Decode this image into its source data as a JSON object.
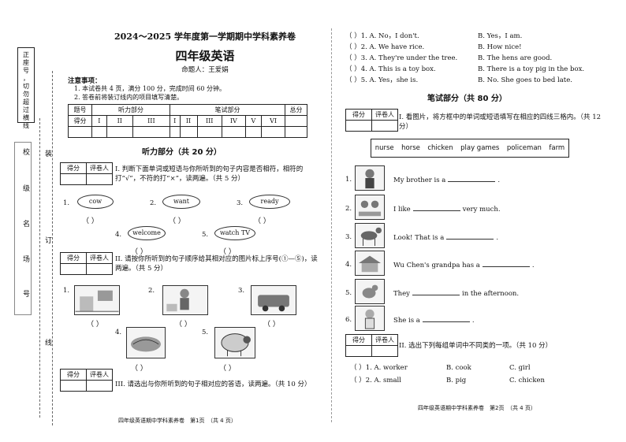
{
  "binding_strip": {
    "box_lines": [
      "正",
      "座",
      "号",
      "，",
      "切",
      "勿",
      "超",
      "过",
      "横",
      "线"
    ],
    "labels": [
      "校",
      "级",
      "名",
      "场",
      "号"
    ],
    "cut_labels": [
      "装",
      "订",
      "线"
    ]
  },
  "header": {
    "title": "2024～2025 学年度第一学期期中学科素养卷",
    "subject": "四年级英语",
    "author": "命题人：王爱娟"
  },
  "notes": {
    "heading": "注意事项：",
    "items": [
      "1. 本试卷共 4 页，满分 100 分，完成时间 60 分钟。",
      "2. 答卷前将装订线内的项目填写清楚。"
    ]
  },
  "score_table": {
    "row1": [
      "题号",
      "听力部分",
      "笔试部分",
      "总分"
    ],
    "row2": [
      "得分",
      "I",
      "II",
      "III",
      "I",
      "II",
      "III",
      "IV",
      "V",
      "VI",
      ""
    ]
  },
  "scorebox": {
    "defen": "得分",
    "pingjuan": "评卷人"
  },
  "listening": {
    "title": "听力部分（共 20 分）",
    "q1": {
      "text": "I. 判断下面单词或短语与你所听到的句子内容是否相符，相符的打“√”，不符的打“×”，读两遍。（共 5 分）",
      "items": [
        {
          "num": "1.",
          "word": "cow"
        },
        {
          "num": "2.",
          "word": "want"
        },
        {
          "num": "3.",
          "word": "ready"
        },
        {
          "num": "4.",
          "word": "welcome"
        },
        {
          "num": "5.",
          "word": "watch TV"
        }
      ],
      "paren": "（      ）"
    },
    "q2": {
      "text": "II. 请按你所听到的句子顺序给其相对应的图片标上序号(①—⑤)，读两遍。（共 5 分）",
      "nums": [
        "1.",
        "2.",
        "3.",
        "4.",
        "5."
      ]
    },
    "q3": {
      "text": "III. 请选出与你所听到的句子相对应的答语，读两遍。（共 10 分）"
    }
  },
  "right_top": {
    "items": [
      {
        "left": "（    ）1. A. No，I don't.",
        "right": "B. Yes，I am."
      },
      {
        "left": "（    ）2. A. We have rice.",
        "right": "B. How nice!"
      },
      {
        "left": "（    ）3. A. They're under the tree.",
        "right": "B. The hens are good."
      },
      {
        "left": "（    ）4. A. This is a toy box.",
        "right": "B. There is a toy pig in the box."
      },
      {
        "left": "（    ）5. A. Yes，she is.",
        "right": "B. No. She goes to bed late."
      }
    ]
  },
  "writing": {
    "title": "笔试部分（共 80 分）",
    "q1": {
      "text": "I. 看图片，将方框中的单词或短语填写在相应的四线三格内。（共 12 分）",
      "words": [
        "nurse",
        "horse",
        "chicken",
        "play games",
        "policeman",
        "farm"
      ],
      "sentences": [
        {
          "num": "1.",
          "before": "My brother is a",
          "after": "."
        },
        {
          "num": "2.",
          "before": "I like",
          "after": "very much."
        },
        {
          "num": "3.",
          "before": "Look! That is a",
          "after": "."
        },
        {
          "num": "4.",
          "before": "Wu Chen's grandpa has a",
          "after": "."
        },
        {
          "num": "5.",
          "before": "They",
          "after": "in the afternoon."
        },
        {
          "num": "6.",
          "before": "She is a",
          "after": "."
        }
      ]
    },
    "q2": {
      "text": "II. 选出下列每组单词中不同类的一项。（共 10 分）",
      "items": [
        {
          "num": "（    ）1. A. worker",
          "b": "B. cook",
          "c": "C. girl"
        },
        {
          "num": "（    ）2. A. small",
          "b": "B. pig",
          "c": "C. chicken"
        }
      ]
    }
  },
  "footers": {
    "left": "四年级英语期中学科素养卷　第1页　（共 4 页）",
    "right": "四年级英语期中学科素养卷　第2页　（共 4 页）"
  }
}
